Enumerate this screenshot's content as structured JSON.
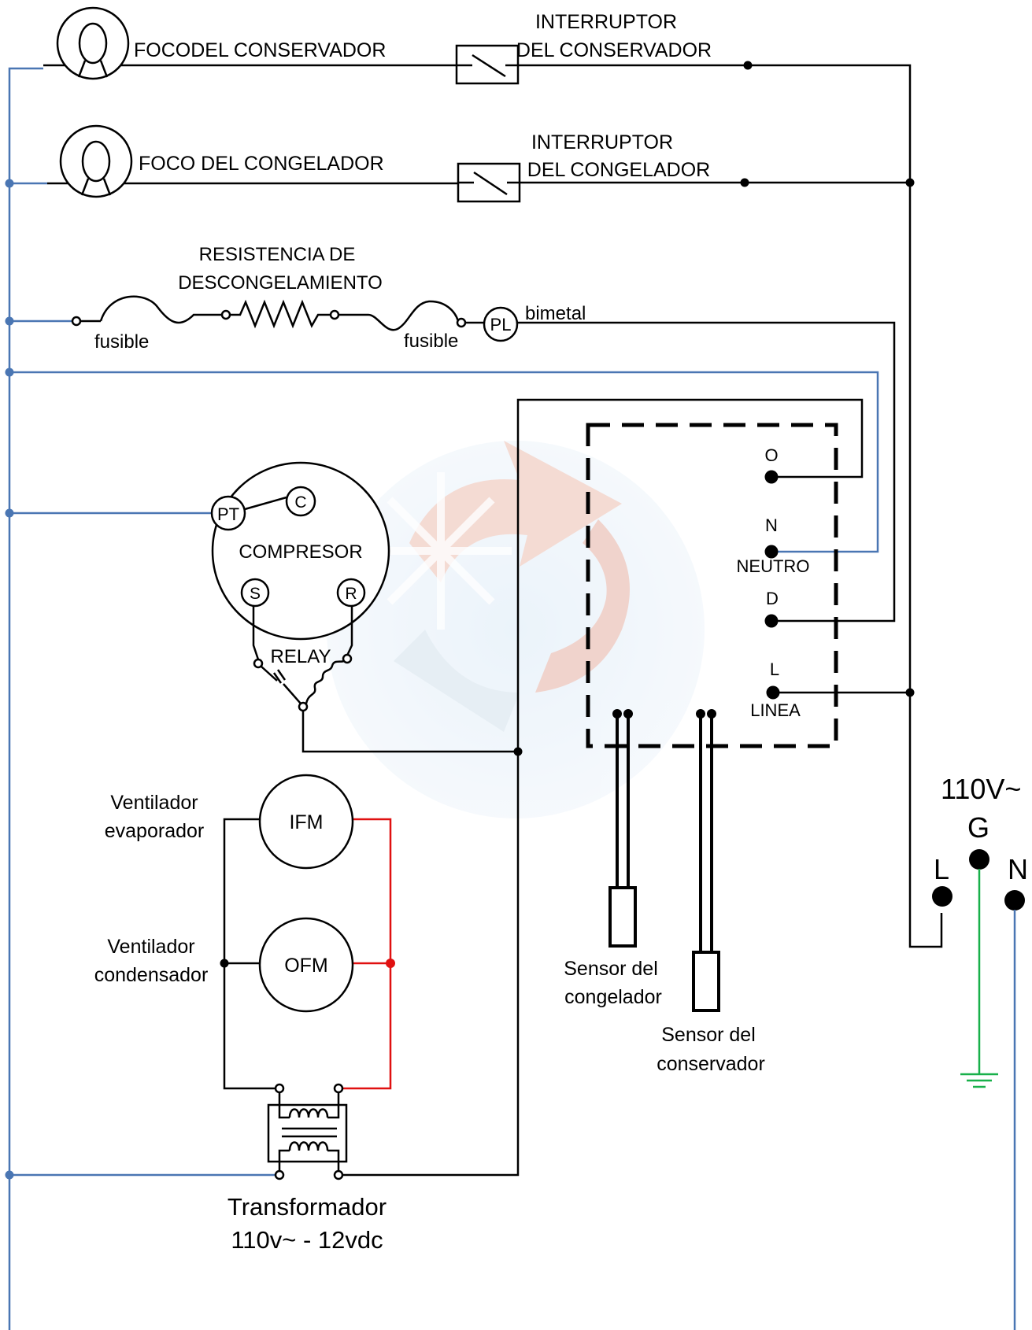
{
  "colors": {
    "neutral_wire": "#4a76b3",
    "line_wire": "#000000",
    "dc_wire": "#e01010",
    "ground_wire": "#18b04a"
  },
  "lamps": {
    "conservador_label": "FOCODEL CONSERVADOR",
    "congelador_label": "FOCO DEL CONGELADOR"
  },
  "switches": {
    "conservador": {
      "line1": "INTERRUPTOR",
      "line2": "DEL CONSERVADOR"
    },
    "congelador": {
      "line1": "INTERRUPTOR",
      "line2": "DEL CONGELADOR"
    }
  },
  "defrost": {
    "title_line1": "RESISTENCIA DE",
    "title_line2": "DESCONGELAMIENTO",
    "fuse_left": "fusible",
    "fuse_right": "fusible",
    "pl": "PL",
    "bimetal": "bimetal"
  },
  "compressor": {
    "label": "COMPRESOR",
    "pt": "PT",
    "c": "C",
    "s": "S",
    "r": "R",
    "relay": "RELAY"
  },
  "control_board": {
    "o": "O",
    "n": "N",
    "neutro": "NEUTRO",
    "d": "D",
    "l": "L",
    "linea": "LINEA"
  },
  "sensors": {
    "congelador_line1": "Sensor del",
    "congelador_line2": "congelador",
    "conservador_line1": "Sensor del",
    "conservador_line2": "conservador"
  },
  "fans": {
    "ifm": "IFM",
    "ofm": "OFM",
    "evap_line1": "Ventilador",
    "evap_line2": "evaporador",
    "cond_line1": "Ventilador",
    "cond_line2": "condensador"
  },
  "transformer": {
    "line1": "Transformador",
    "line2": "110v~ - 12vdc"
  },
  "supply": {
    "voltage": "110V~",
    "g": "G",
    "l": "L",
    "n": "N"
  }
}
